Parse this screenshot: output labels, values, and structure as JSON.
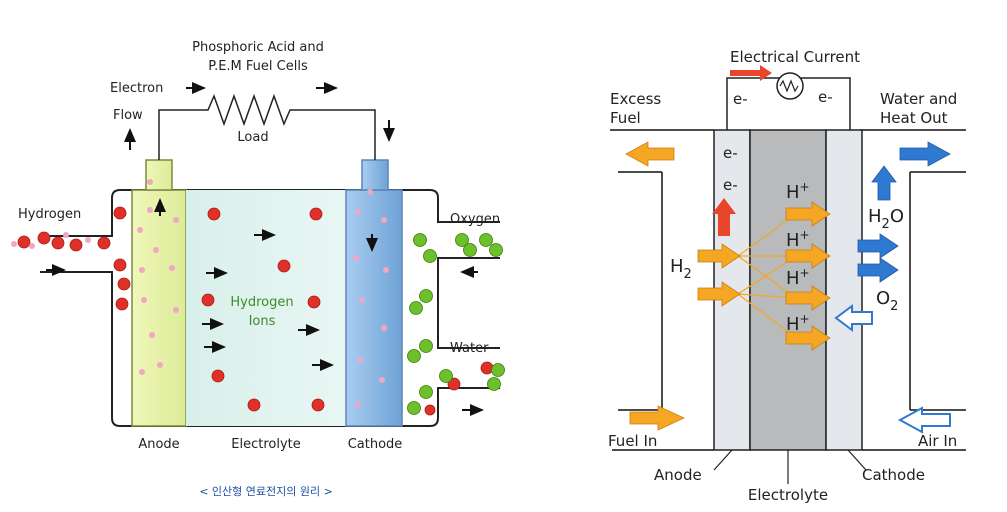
{
  "left": {
    "title_line1": "Phosphoric Acid and",
    "title_line2": "P.E.M Fuel Cells",
    "electron": "Electron",
    "flow": "Flow",
    "load": "Load",
    "hydrogen": "Hydrogen",
    "oxygen": "Oxygen",
    "water": "Water",
    "ions_line1": "Hydrogen",
    "ions_line2": "Ions",
    "anode": "Anode",
    "electrolyte": "Electrolyte",
    "cathode": "Cathode",
    "caption": "< 인산형 연료전지의 원리 >"
  },
  "right": {
    "current": "Electrical Current",
    "e1": "e-",
    "e2": "e-",
    "excess1": "Excess",
    "excess2": "Fuel",
    "waterheat1": "Water and",
    "waterheat2": "Heat Out",
    "ea": "e-",
    "eb": "e-",
    "hplus": "H",
    "plus": "+",
    "h2": "H",
    "h2sub": "2",
    "h2o_h": "H",
    "h2o_sub": "2",
    "h2o_o": "O",
    "o2": "O",
    "o2sub": "2",
    "fuel_in": "Fuel In",
    "air_in": "Air In",
    "anode": "Anode",
    "electrolyte": "Electrolyte",
    "cathode": "Cathode"
  },
  "colors": {
    "anode_fill": "#e8f2a8",
    "electrolyte_fill": "#e0f2ee",
    "cathode_fill": "#8fbbe3",
    "hydrogen_ball": "#e0302a",
    "oxygen_ball": "#6cc02a",
    "ion_text": "#3d8a2a",
    "arrow_orange": "#f5a623",
    "arrow_red": "#e8452a",
    "arrow_blue": "#2f7ad0",
    "electrolyte_gray": "#b8babc",
    "electrode_gray": "#e4e8ec"
  }
}
